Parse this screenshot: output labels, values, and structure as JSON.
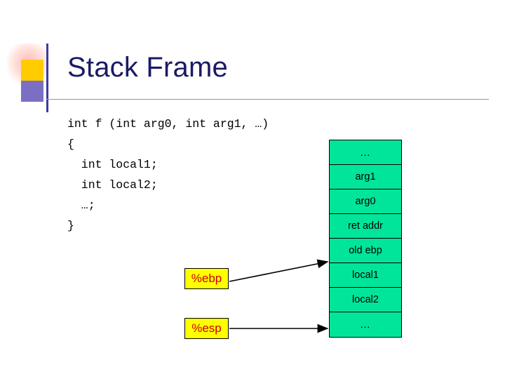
{
  "slide": {
    "title": "Stack Frame",
    "code_lines": [
      "int f (int arg0, int arg1, …)",
      "{",
      "  int local1;",
      "  int local2;",
      "  …;",
      "}"
    ],
    "code_text": "int f (int arg0, int arg1, …)\n{\n  int local1;\n  int local2;\n  …;\n}",
    "stack": {
      "cells": [
        {
          "label": "…"
        },
        {
          "label": "arg1"
        },
        {
          "label": "arg0"
        },
        {
          "label": "ret addr"
        },
        {
          "label": "old ebp"
        },
        {
          "label": "local1"
        },
        {
          "label": "local2"
        },
        {
          "label": "…"
        }
      ],
      "fill_color": "#00e599",
      "border_color": "#000000"
    },
    "registers": [
      {
        "name": "ebp-register-box",
        "label": "%ebp",
        "points_to": "old ebp"
      },
      {
        "name": "esp-register-box",
        "label": "%esp",
        "points_to": "…"
      }
    ],
    "colors": {
      "title": "#1a1a66",
      "register_text": "#cc0000",
      "register_fill": "#ffff00",
      "deco_yellow": "#ffcc00",
      "deco_purple": "#7b6fc4",
      "deco_line": "#3b3ba0"
    }
  }
}
